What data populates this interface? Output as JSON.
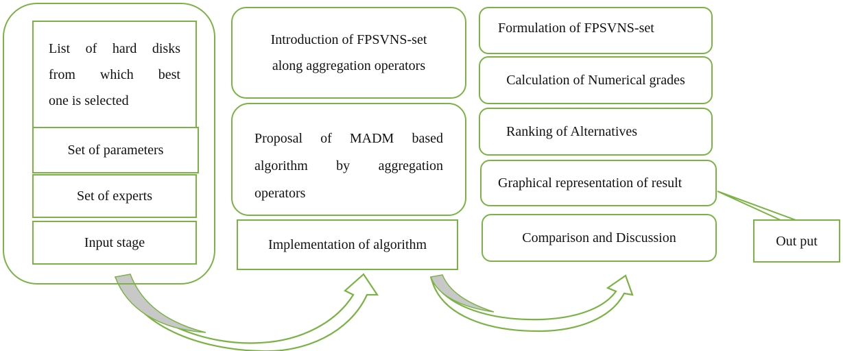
{
  "colors": {
    "border": "#7ab344",
    "arrow_fill": "#c8c8c8"
  },
  "col1": {
    "hard_disks_line1": "List of hard disks",
    "hard_disks_line2": "from which best",
    "hard_disks_line3": "one is selected",
    "parameters": "Set of parameters",
    "experts": "Set of experts",
    "input_stage": "Input stage"
  },
  "col2": {
    "intro_line1": "Introduction of FPSVNS-set",
    "intro_line2": "along aggregation operators",
    "proposal_line1": "Proposal of MADM based",
    "proposal_line2": "algorithm by aggregation",
    "proposal_line3": "operators",
    "implementation": "Implementation of algorithm"
  },
  "col3": {
    "formulation": "Formulation of FPSVNS-set",
    "calculation": "Calculation of Numerical grades",
    "ranking": "Ranking of Alternatives",
    "graphical": "Graphical representation of result",
    "comparison": "Comparison and Discussion"
  },
  "output": {
    "label": "Out put"
  }
}
